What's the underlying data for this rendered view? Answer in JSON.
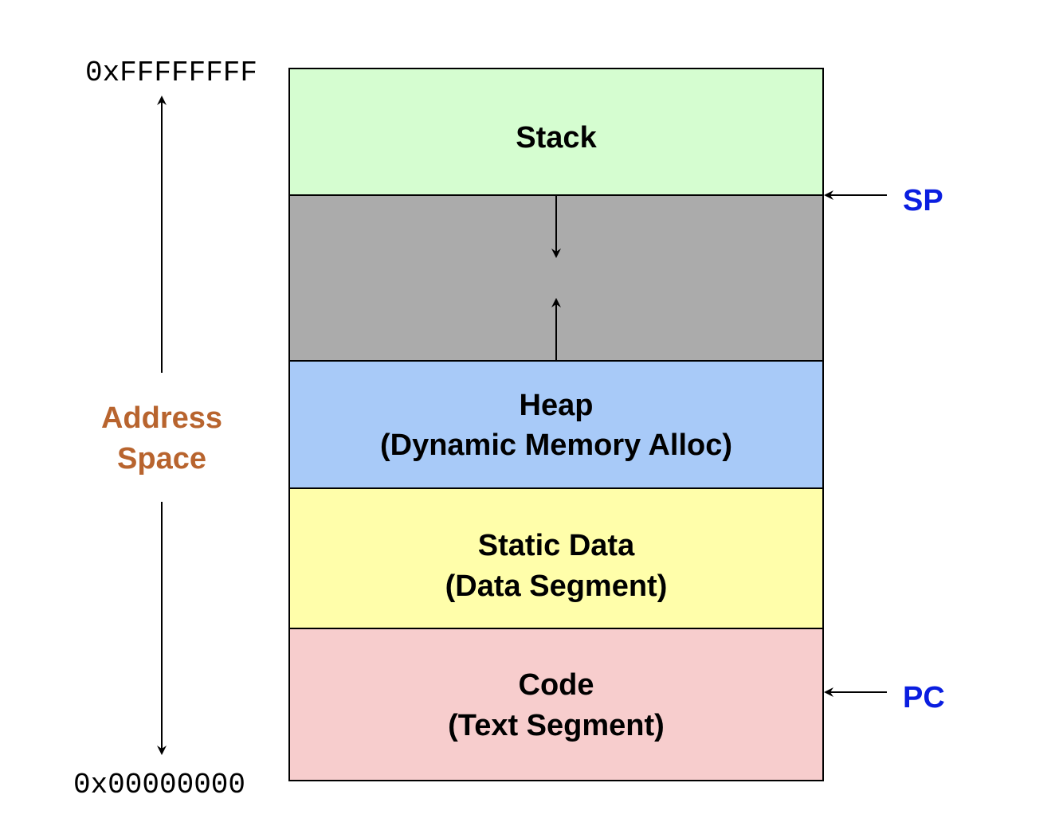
{
  "address_labels": {
    "top": "0xFFFFFFFF",
    "bottom": "0x00000000"
  },
  "address_space": {
    "line1": "Address",
    "line2": "Space",
    "color": "#B8642E"
  },
  "segments": [
    {
      "id": "stack",
      "line1": "Stack",
      "line2": "",
      "color": "#D5FDD0"
    },
    {
      "id": "free",
      "line1": "",
      "line2": "",
      "color": "#ABABAB"
    },
    {
      "id": "heap",
      "line1": "Heap",
      "line2": "(Dynamic Memory Alloc)",
      "color": "#A8CAF8"
    },
    {
      "id": "static",
      "line1": "Static Data",
      "line2": "(Data Segment)",
      "color": "#FFFEAA"
    },
    {
      "id": "code",
      "line1": "Code",
      "line2": "(Text Segment)",
      "color": "#F7CDCD"
    }
  ],
  "registers": {
    "sp": "SP",
    "pc": "PC",
    "color": "#0A1EE0"
  }
}
